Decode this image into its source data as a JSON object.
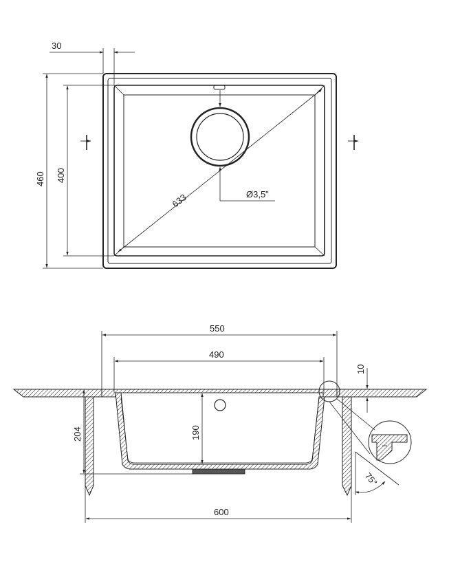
{
  "top_view": {
    "dim_rim_width": "30",
    "dim_outer_depth": "460",
    "dim_inner_depth": "400",
    "dim_diagonal": "633",
    "dim_drain": "Ø3,5\""
  },
  "section_view": {
    "dim_outer_width": "550",
    "dim_inner_width": "490",
    "dim_rim_height": "10",
    "dim_bowl_depth": "190",
    "dim_total_depth": "204",
    "dim_cabinet_width": "600",
    "dim_angle": "75°"
  }
}
